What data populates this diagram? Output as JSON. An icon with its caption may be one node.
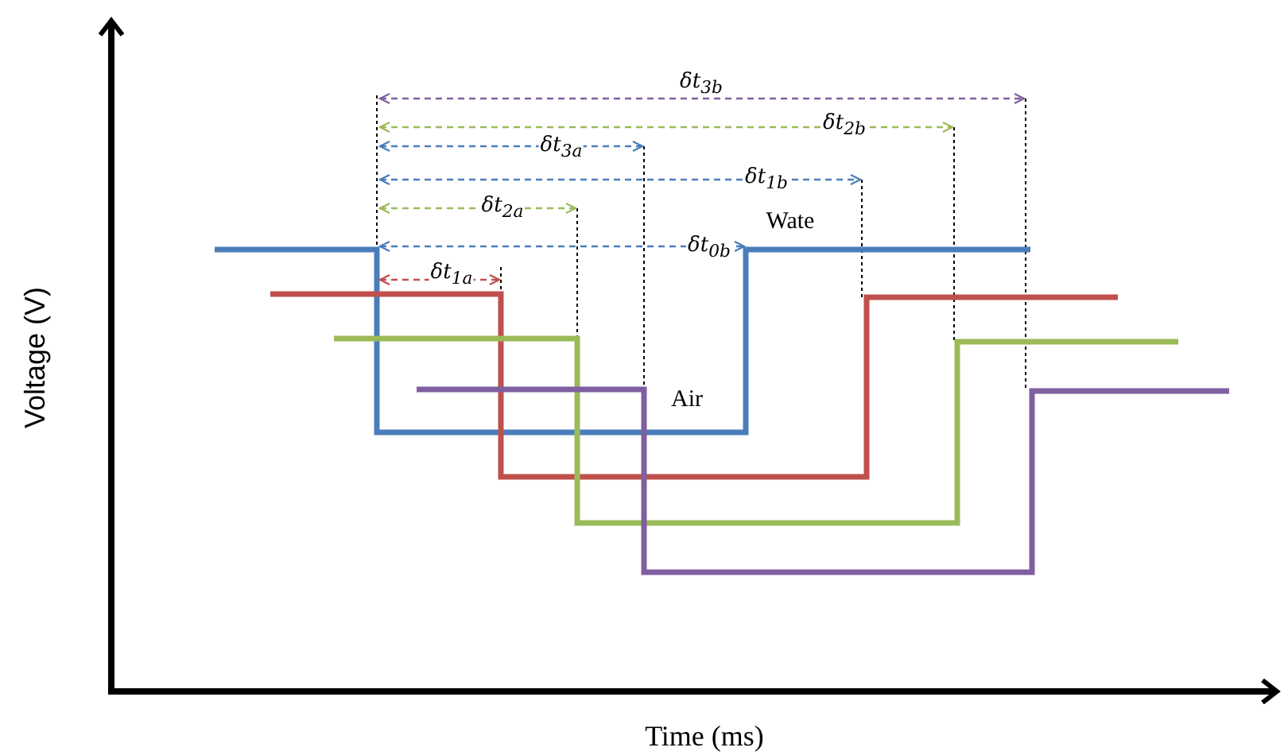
{
  "diagram": {
    "labels": [
      "δt$_{3b}$",
      "δt$_{2b}$",
      "δt$_{3a}$",
      "δt$_{1b}$",
      "δt$_{2a}$",
      "Wate",
      "δt$_{0b}$",
      "δt$_{1a}$",
      "Voltage (V)",
      "Air",
      "Time (ms)"
    ]
  }
}
